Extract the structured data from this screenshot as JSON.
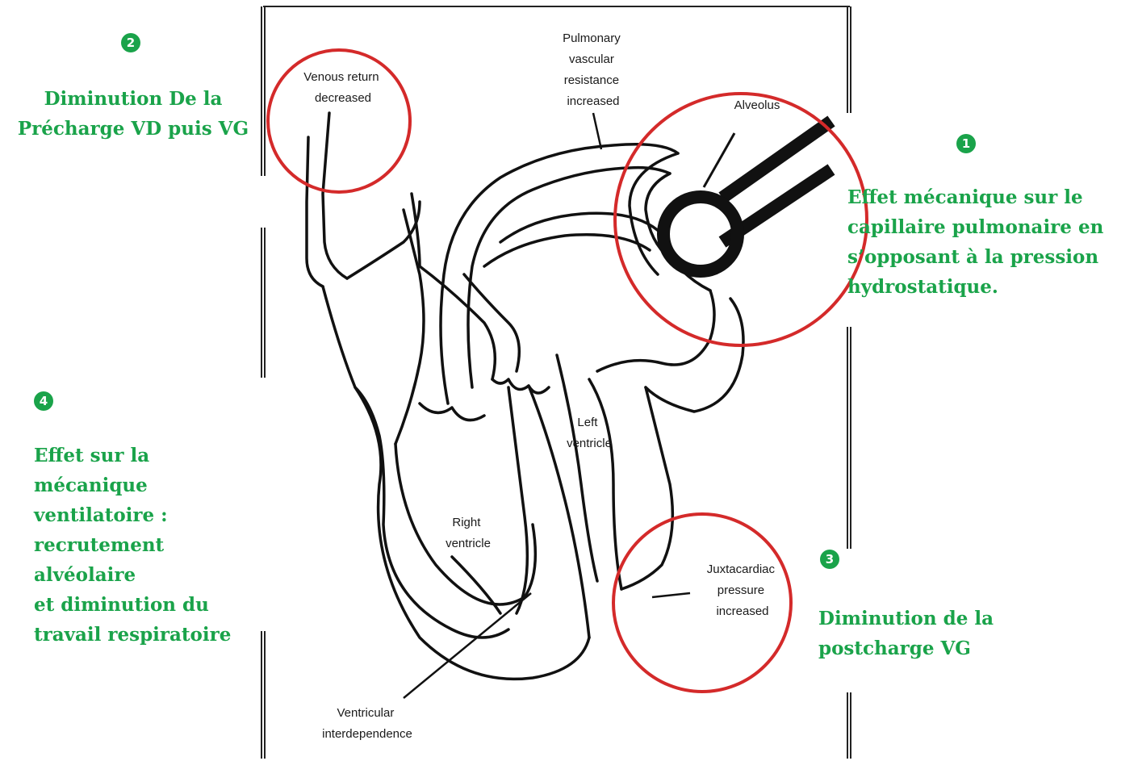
{
  "colors": {
    "accent_green": "#1aa34a",
    "circle_red": "#d42a2a",
    "line": "#111111"
  },
  "diagram_labels": {
    "venous_return": [
      "Venous return",
      "decreased"
    ],
    "pulmonary": [
      "Pulmonary",
      "vascular",
      "resistance",
      "increased"
    ],
    "alveolus": "Alveolus",
    "left_ventricle": [
      "Left",
      "ventricle"
    ],
    "right_ventricle": [
      "Right",
      "ventricle"
    ],
    "juxtacardiac": [
      "Juxtacardiac",
      "pressure",
      "increased"
    ],
    "ventricular": [
      "Ventricular",
      "interdependence"
    ]
  },
  "annotations": [
    {
      "number": "1",
      "text": "Effet mécanique sur le\ncapillaire pulmonaire en\ns’opposant à la pression\nhydrostatique."
    },
    {
      "number": "2",
      "text": "Diminution De la\nPrécharge VD puis VG"
    },
    {
      "number": "3",
      "text": "Diminution de la\npostcharge VG"
    },
    {
      "number": "4",
      "text": "Effet sur la mécanique\nventilatoire :\nrecrutement alvéolaire\net diminution du\ntravail respiratoire"
    }
  ]
}
